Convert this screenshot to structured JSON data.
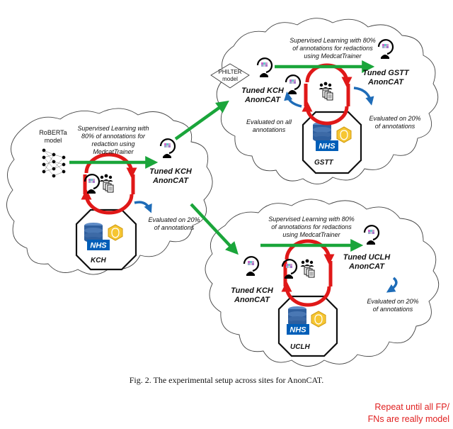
{
  "roberta": {
    "line1": "RoBERTa",
    "line2": "model"
  },
  "philter": {
    "line1": "PHILTER",
    "line2": "model"
  },
  "kch": {
    "sup1": "Supervised Learning with",
    "sup2": "80% of annotations for",
    "sup3": "redaction using",
    "sup4": "MedcatTrainer",
    "tuned1": "Tuned KCH",
    "tuned2": "AnonCAT",
    "eval1": "Evaluated on 20%",
    "eval2": "of annotations",
    "site": "KCH"
  },
  "gstt": {
    "sup1": "Supervised Learning with 80%",
    "sup2": "of annotations for redactions",
    "sup3": "using MedcatTrainer",
    "kch1": "Tuned KCH",
    "kch2": "AnonCAT",
    "tuned1": "Tuned GSTT",
    "tuned2": "AnonCAT",
    "evalall1": "Evaluated on all",
    "evalall2": "annotations",
    "eval1": "Evaluated on 20%",
    "eval2": "of annotations",
    "site": "GSTT"
  },
  "uclh": {
    "sup1": "Supervised Learning with 80%",
    "sup2": "of annotations for redactions",
    "sup3": "using MedcatTrainer",
    "kch1": "Tuned KCH",
    "kch2": "AnonCAT",
    "tuned1": "Tuned UCLH",
    "tuned2": "AnonCAT",
    "eval1": "Evaluated on 20%",
    "eval2": "of annotations",
    "site": "UCLH"
  },
  "nhs_logo": "NHS",
  "caption": "Fig. 2.  The experimental setup across sites for AnonCAT.",
  "note": {
    "line1": "Repeat until all FP/",
    "line2": "FNs are really model"
  },
  "icons": [
    "cloud-icon",
    "database-icon",
    "neural-network-icon",
    "avatar-icon",
    "annotators-icon",
    "documents-icon",
    "cycle-arrows-icon",
    "shield-badge-icon"
  ],
  "colors": {
    "green_arrow": "#1aa53a",
    "red_cycle": "#e01818",
    "blue_arrow": "#1e6cb8",
    "nhs_blue": "#005eb8",
    "note_red": "#e02020"
  }
}
